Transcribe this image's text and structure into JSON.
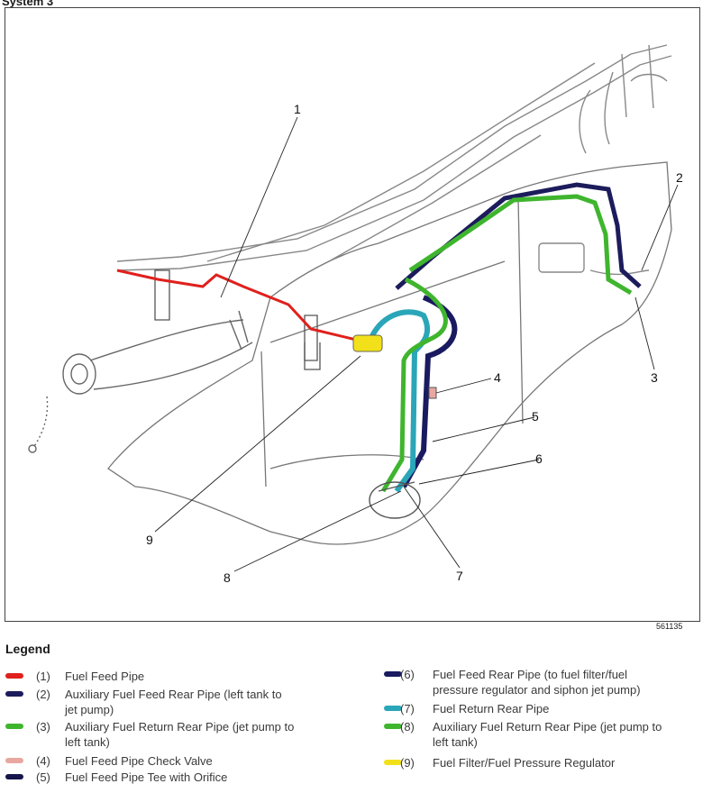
{
  "header": {
    "text": "System 3"
  },
  "figure_number": "561135",
  "callouts": [
    "1",
    "2",
    "3",
    "4",
    "5",
    "6",
    "7",
    "8",
    "9"
  ],
  "colors": {
    "feed": "#e0201c",
    "aux_feed": "#1c1c5c",
    "aux_return": "#3fb52e",
    "check_valve": "#e8a7a0",
    "tee": "#16164a",
    "feed_rear": "#1a1a60",
    "return_rear": "#2aa6b8",
    "filter": "#f2e11a"
  },
  "legend": {
    "title": "Legend",
    "items": [
      {
        "num": "(1)",
        "label": "Fuel Feed Pipe",
        "color": "#e0201c"
      },
      {
        "num": "(2)",
        "label": "Auxiliary Fuel Feed Rear Pipe (left tank to",
        "label2": "jet pump)",
        "color": "#1c1c5c"
      },
      {
        "num": "(3)",
        "label": "Auxiliary Fuel Return Rear Pipe (jet pump to",
        "label2": "left tank)",
        "color": "#3fb52e"
      },
      {
        "num": "(4)",
        "label": "Fuel Feed Pipe Check Valve",
        "color": "#e8a7a0"
      },
      {
        "num": "(5)",
        "label": "Fuel Feed Pipe Tee with Orifice",
        "color": "#16164a"
      },
      {
        "num": "(6)",
        "label": "Fuel Feed Rear Pipe (to fuel filter/fuel",
        "label2": "pressure regulator and siphon jet pump)",
        "color": "#1a1a60"
      },
      {
        "num": "(7)",
        "label": "Fuel Return Rear Pipe",
        "color": "#2aa6b8"
      },
      {
        "num": "(8)",
        "label": "Auxiliary Fuel Return Rear Pipe (jet pump to",
        "label2": "left tank)",
        "color": "#3fb52e"
      },
      {
        "num": "(9)",
        "label": "Fuel Filter/Fuel Pressure Regulator",
        "color": "#f2e11a"
      }
    ]
  }
}
